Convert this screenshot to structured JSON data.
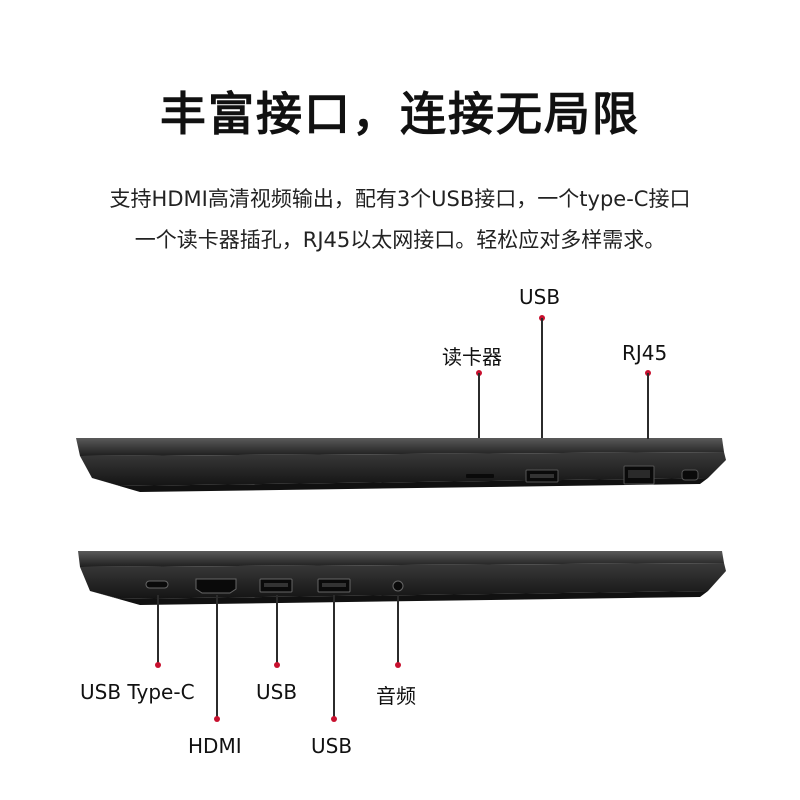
{
  "headline": "丰富接口，连接无局限",
  "description": {
    "line1": "支持HDMI高清视频输出，配有3个USB接口，一个type-C接口",
    "line2": "一个读卡器插孔，RJ45以太网接口。轻松应对多样需求。"
  },
  "side_right": {
    "labels": {
      "usb": "USB",
      "card_reader": "读卡器",
      "rj45": "RJ45"
    }
  },
  "side_left": {
    "labels": {
      "usb_type_c": "USB Type-C",
      "hdmi": "HDMI",
      "usb_1": "USB",
      "usb_2": "USB",
      "audio": "音频"
    }
  },
  "colors": {
    "accent_dot": "#c8102e",
    "laptop_body": "#2a2a2a",
    "laptop_edge": "#4a4a4a"
  }
}
